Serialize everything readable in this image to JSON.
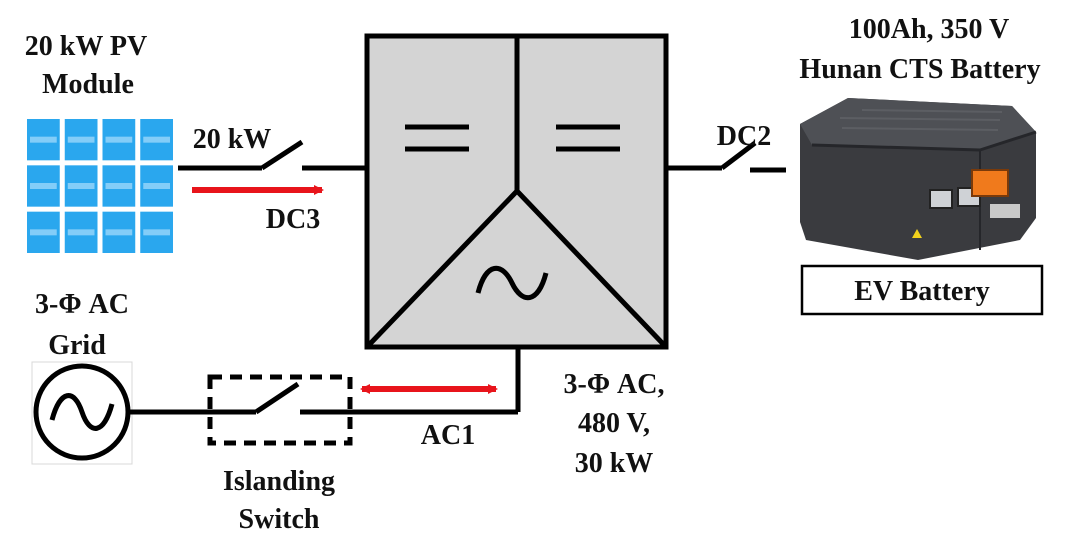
{
  "pv": {
    "title_line1": "20 kW PV",
    "title_line2": "Module",
    "power_label": "20 kW",
    "flow_label": "DC3"
  },
  "battery": {
    "title_line1": "100Ah, 350 V",
    "title_line2": "Hunan CTS Battery",
    "caption": "EV Battery",
    "switch_label": "DC2"
  },
  "grid": {
    "title_line1": "3-Φ AC",
    "title_line2": "Grid",
    "flow_label": "AC1"
  },
  "switch": {
    "label_line1": "Islanding",
    "label_line2": "Switch"
  },
  "ac_bus": {
    "line1": "3-Φ AC,",
    "line2": "480 V,",
    "line3": "30 kW"
  },
  "colors": {
    "arrow": "#e8141b",
    "pv_cell": "#2aa7ee",
    "pv_grid": "#ffffff",
    "converter_fill": "#d4d4d4",
    "line": "#000000",
    "battery_body": "#3a3b3f",
    "battery_connector": "#f07a1c"
  }
}
